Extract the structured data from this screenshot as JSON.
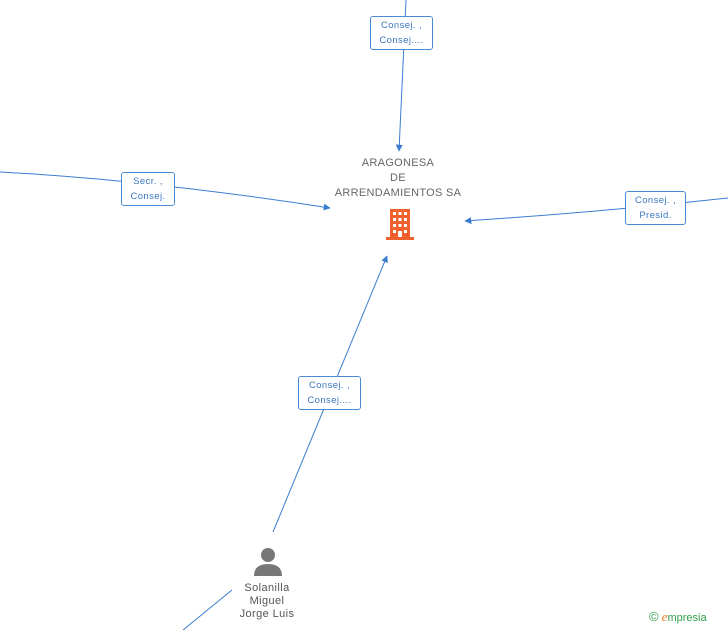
{
  "company": {
    "name_line1": "ARAGONESA",
    "name_line2": "DE",
    "name_line3": "ARRENDAMIENTOS SA",
    "icon": "building-icon",
    "icon_color": "#f0622d"
  },
  "person": {
    "name_line1": "Solanilla",
    "name_line2": "Miguel",
    "name_line3": "Jorge Luis",
    "icon": "person-icon",
    "icon_color": "#777777"
  },
  "edges": [
    {
      "line1": "Consej. ,",
      "line2": "Consej...."
    },
    {
      "line1": "Secr. ,",
      "line2": "Consej."
    },
    {
      "line1": "Consej. ,",
      "line2": "Presid."
    },
    {
      "line1": "Consej. ,",
      "line2": "Consej...."
    }
  ],
  "footer": {
    "copyright_symbol": "©",
    "brand_initial": "e",
    "brand_rest": "mpresia"
  },
  "colors": {
    "edge": "#3b7dd0",
    "label_border": "#4a8ad4",
    "label_text": "#3b78c2",
    "brand_green": "#2f9e49",
    "brand_orange": "#f47b20"
  }
}
